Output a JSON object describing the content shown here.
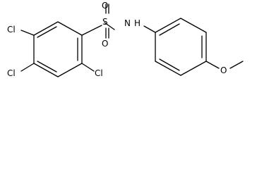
{
  "structure": {
    "atom_labels": {
      "cl_top": "Cl",
      "cl_left": "Cl",
      "cl_bottom": "Cl",
      "sulfur": "S",
      "oxygen_top": "O",
      "oxygen_bottom": "O",
      "nitrogen_h": "N",
      "hydrogen": "H",
      "oxygen_ether": "O"
    }
  }
}
